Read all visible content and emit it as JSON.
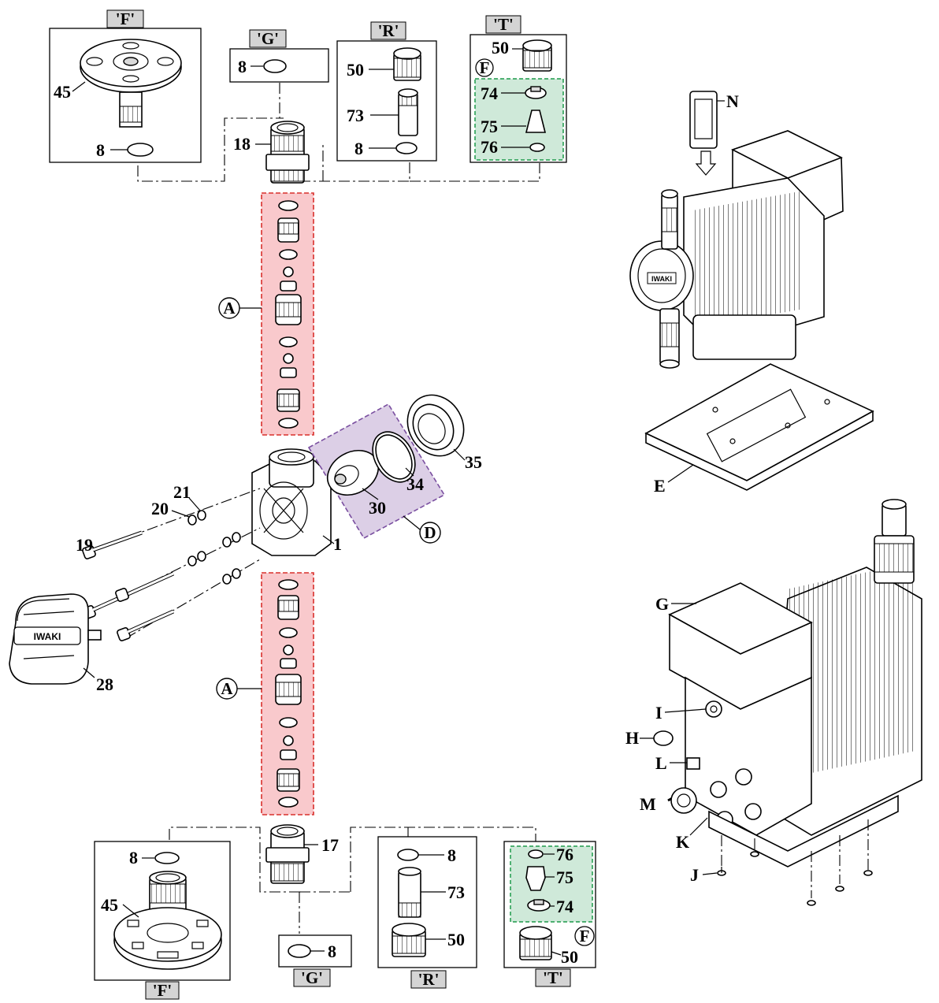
{
  "labels": {
    "tag_f": "'F'",
    "tag_g": "'G'",
    "tag_r": "'R'",
    "tag_t": "'T'",
    "p8": "8",
    "p17": "17",
    "p18": "18",
    "p19": "19",
    "p20": "20",
    "p21": "21",
    "p28": "28",
    "p30": "30",
    "p34": "34",
    "p35": "35",
    "p45": "45",
    "p50": "50",
    "p73": "73",
    "p74": "74",
    "p75": "75",
    "p76": "76",
    "p1": "1",
    "circ_a": "A",
    "circ_d": "D",
    "circ_f": "F",
    "E": "E",
    "G": "G",
    "H": "H",
    "I": "I",
    "J": "J",
    "K": "K",
    "L": "L",
    "M": "M",
    "N": "N",
    "brand": "IWAKI"
  },
  "colors": {
    "valve_highlight": "#f9c9cc",
    "valve_border": "#d9302c",
    "diaphragm_highlight": "#dccfe6",
    "diaphragm_border": "#7a4fa0",
    "tube_highlight": "#cfe9d9",
    "tube_border": "#1d9a4a",
    "tag_fill": "#d4d4d4"
  }
}
